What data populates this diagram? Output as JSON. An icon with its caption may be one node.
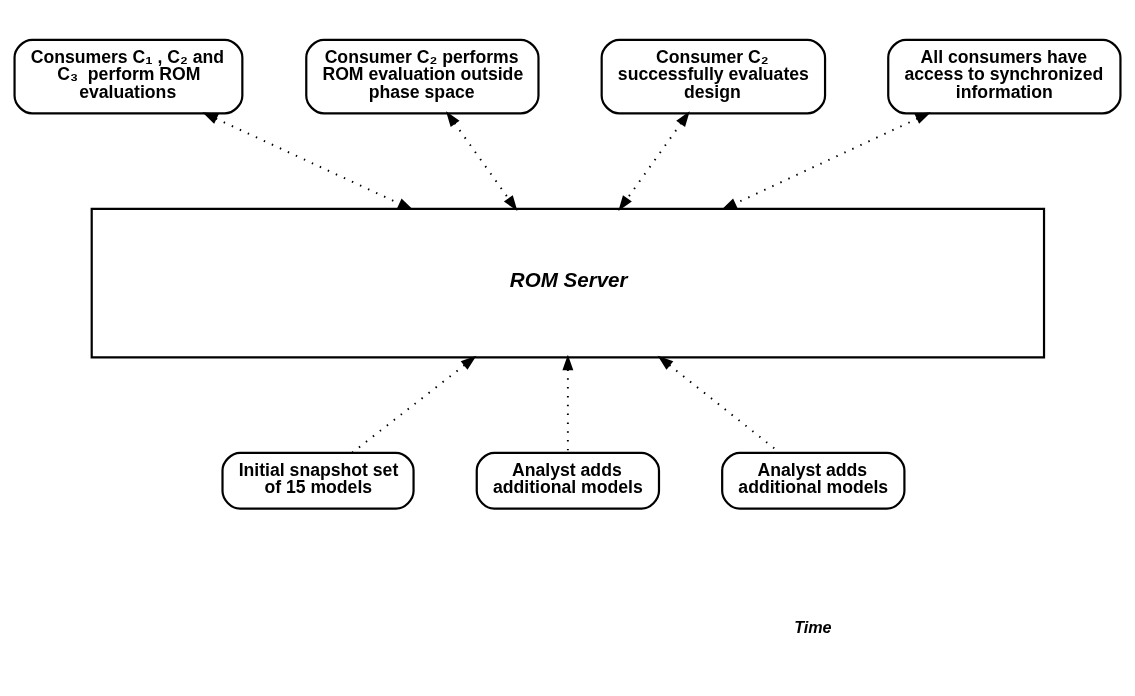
{
  "diagram": {
    "nodes": [
      {
        "text": [
          "Consumers C₁ , C₂ and C₃  perform ROM evaluations"
        ]
      },
      {
        "text": [
          "Consumer C₂ performs ROM evaluation outside phase space"
        ]
      },
      {
        "text": [
          "Consumer C₂ successfully evaluates design"
        ]
      },
      {
        "text": [
          "All consumers have access to synchronized information"
        ]
      },
      {
        "text": [
          "ROM Server"
        ]
      },
      {
        "text": [
          "Initial snapshot set of 15 models"
        ]
      },
      {
        "text": [
          "Analyst adds additional models"
        ]
      },
      {
        "text": [
          "Analyst adds additional models"
        ]
      }
    ],
    "edges": [
      {
        "from": 0,
        "to": 4,
        "arrow": "both",
        "style": "dashed"
      },
      {
        "from": 1,
        "to": 4,
        "arrow": "both",
        "style": "dashed"
      },
      {
        "from": 2,
        "to": 4,
        "arrow": "both",
        "style": "dashed"
      },
      {
        "from": 3,
        "to": 4,
        "arrow": "both",
        "style": "dashed"
      },
      {
        "from": 5,
        "to": 4,
        "arrow": "to",
        "style": "dashed"
      },
      {
        "from": 6,
        "to": 4,
        "arrow": "to",
        "style": "dashed"
      },
      {
        "from": 7,
        "to": 4,
        "arrow": "to",
        "style": "dashed"
      }
    ],
    "labels": [
      "Time"
    ]
  }
}
